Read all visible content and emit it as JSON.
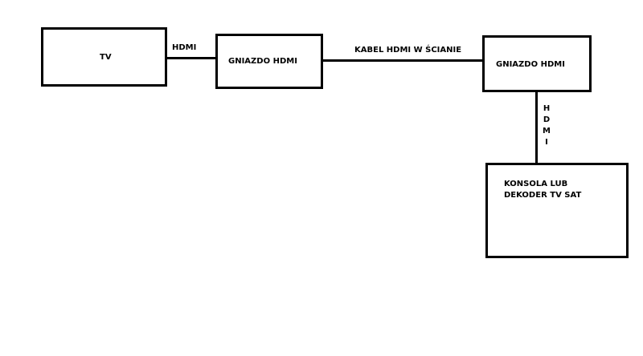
{
  "diagram": {
    "nodes": {
      "tv": {
        "label": "TV"
      },
      "socket_left": {
        "label": "GNIAZDO HDMI"
      },
      "socket_right": {
        "label": "GNIAZDO HDMI"
      },
      "console": {
        "label_line1": "KONSOLA LUB",
        "label_line2": "DEKODER TV SAT"
      }
    },
    "edges": {
      "tv_to_socket": {
        "label": "HDMI"
      },
      "socket_to_socket": {
        "label": "KABEL HDMI W ŚCIANIE"
      },
      "socket_to_console": {
        "letters": [
          "H",
          "D",
          "M",
          "I"
        ]
      }
    },
    "colors": {
      "stroke": "#000000",
      "background": "#ffffff"
    }
  }
}
